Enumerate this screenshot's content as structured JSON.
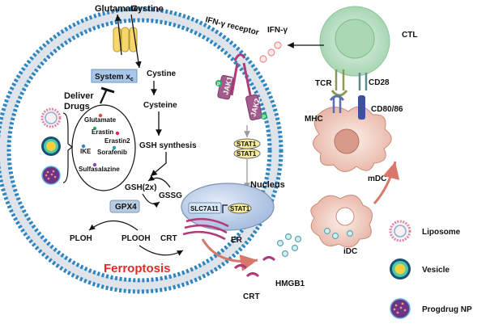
{
  "transport": {
    "glutamate": "Glutamate",
    "cystine_out": "Cystine",
    "system_xc": "System x",
    "system_xc_sub": "c",
    "cystine_in": "Cystine"
  },
  "pathway": {
    "cysteine": "Cysteine",
    "gsh_synthesis": "GSH synthesis",
    "gsh": "GSH(2x)",
    "gssg": "GSSG",
    "gpx4": "GPX4",
    "ploh": "PLOH",
    "plooh": "PLOOH",
    "crt": "CRT",
    "ferroptosis": "Ferroptosis"
  },
  "drugs": {
    "title_line1": "Deliver",
    "title_line2": "Drugs",
    "items": [
      "Glutamate",
      "Erastin",
      "Erastin2",
      "IKE",
      "Sorafenib",
      "Sulfasalazine"
    ]
  },
  "signaling": {
    "receptor": "IFN-γ receptor",
    "ifn": "IFN-γ",
    "jak1": "JAK1",
    "jak2": "JAK2",
    "p": "P",
    "stat1": "STAT1",
    "nucleus": "Nucleus",
    "slc7a11": "SLC7A11",
    "er": "ER"
  },
  "immune": {
    "ctl": "CTL",
    "tcr": "TCR",
    "cd28": "CD28",
    "mhc": "MHC",
    "cd80": "CD80/86",
    "mdc": "mDC",
    "idc": "iDC",
    "hmgb1": "HMGB1",
    "crt_out": "CRT"
  },
  "legend": {
    "liposome": "Liposome",
    "vesicle": "Vesicle",
    "prodrug": "Progdrug NP"
  },
  "colors": {
    "membrane_head": "#2e86c1",
    "membrane_tail": "#d7dde3",
    "protein": "#b03a7a",
    "gpx4_box": "#b9cbe0",
    "system_box": "#a9c7e8",
    "ferroptosis_text": "#e02a2a",
    "ctl_fill": "#c8e6cf",
    "dc_fill": "#f2d8cf",
    "nucleus_fill": "#c9d8ee",
    "arrow_pink": "#d9776a"
  }
}
